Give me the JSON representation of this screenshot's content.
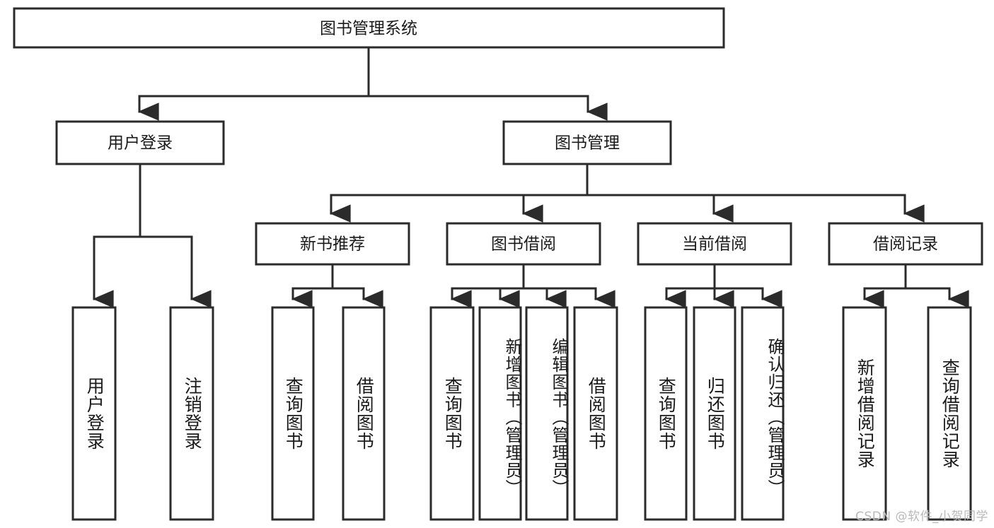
{
  "diagram": {
    "title": "图书管理系统",
    "type": "tree-hierarchy-chart",
    "watermark": "CSDN @软件_小贺同学",
    "colors": {
      "stroke": "#2b2b2b",
      "box_fill": "#ffffff",
      "text": "#1a1a1a",
      "background": "#ffffff",
      "watermark": "#b9b9b9"
    },
    "root": {
      "label": "图书管理系统"
    },
    "level2": [
      {
        "label": "用户登录"
      },
      {
        "label": "图书管理"
      }
    ],
    "level3": [
      {
        "label": "新书推荐"
      },
      {
        "label": "图书借阅"
      },
      {
        "label": "当前借阅"
      },
      {
        "label": "借阅记录"
      }
    ],
    "leaves": [
      {
        "label": "用户登录",
        "parent": "用户登录"
      },
      {
        "label": "注销登录",
        "parent": "用户登录"
      },
      {
        "label": "查询图书",
        "parent": "新书推荐"
      },
      {
        "label": "借阅图书",
        "parent": "新书推荐"
      },
      {
        "label": "查询图书",
        "parent": "图书借阅"
      },
      {
        "label": "新增图书（管理员）",
        "parent": "图书借阅"
      },
      {
        "label": "编辑图书（管理员）",
        "parent": "图书借阅"
      },
      {
        "label": "借阅图书",
        "parent": "图书借阅"
      },
      {
        "label": "查询图书",
        "parent": "当前借阅"
      },
      {
        "label": "归还图书",
        "parent": "当前借阅"
      },
      {
        "label": "确认归还（管理员）",
        "parent": "当前借阅"
      },
      {
        "label": "新增借阅记录",
        "parent": "借阅记录"
      },
      {
        "label": "查询借阅记录",
        "parent": "借阅记录"
      }
    ]
  }
}
